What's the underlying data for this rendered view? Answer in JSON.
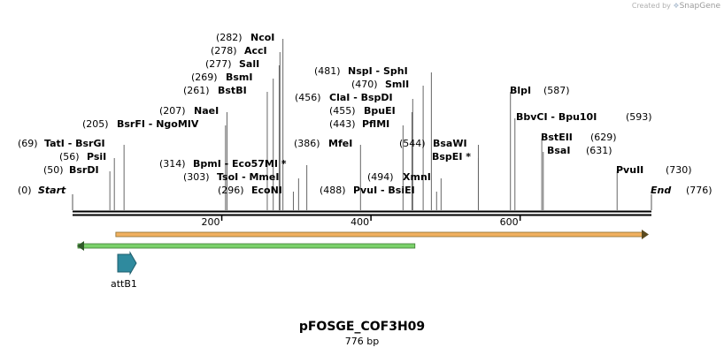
{
  "credit": {
    "prefix": "Created by",
    "brand": "SnapGene"
  },
  "plasmid": {
    "name": "pFOSGE_COF3H09",
    "size_label": "776 bp"
  },
  "sequence": {
    "length": 776,
    "start_label": "Start",
    "end_label": "End",
    "start_pos": "(0)",
    "end_pos": "(776)"
  },
  "ruler": {
    "ticks": [
      200,
      400,
      600
    ]
  },
  "colors": {
    "backbone": "#000000",
    "orange_feature": "#f0b060",
    "green_feature": "#7ad16a",
    "attB1": "#2f8a9e"
  },
  "sites": [
    {
      "name": "NcoI",
      "pos": 282,
      "label": "(282)"
    },
    {
      "name": "AccI",
      "pos": 278,
      "label": "(278)"
    },
    {
      "name": "SalI",
      "pos": 277,
      "label": "(277)"
    },
    {
      "name": "BsmI",
      "pos": 269,
      "label": "(269)"
    },
    {
      "name": "BstBI",
      "pos": 261,
      "label": "(261)"
    },
    {
      "name": "NaeI",
      "pos": 207,
      "label": "(207)"
    },
    {
      "name": "BsrFI - NgoMIV",
      "pos": 205,
      "label": "(205)"
    },
    {
      "name": "TatI - BsrGI",
      "pos": 69,
      "label": "(69)"
    },
    {
      "name": "PsiI",
      "pos": 56,
      "label": "(56)"
    },
    {
      "name": "BsrDI",
      "pos": 50,
      "label": "(50)"
    },
    {
      "name": "BpmI - Eco57MI *",
      "pos": 314,
      "label": "(314)"
    },
    {
      "name": "TsoI - MmeI",
      "pos": 303,
      "label": "(303)"
    },
    {
      "name": "EcoNI",
      "pos": 296,
      "label": "(296)"
    },
    {
      "name": "NspI - SphI",
      "pos": 481,
      "label": "(481)"
    },
    {
      "name": "SmlI",
      "pos": 470,
      "label": "(470)"
    },
    {
      "name": "ClaI - BspDI",
      "pos": 456,
      "label": "(456)"
    },
    {
      "name": "BpuEI",
      "pos": 455,
      "label": "(455)"
    },
    {
      "name": "PflMI",
      "pos": 443,
      "label": "(443)"
    },
    {
      "name": "MfeI",
      "pos": 386,
      "label": "(386)"
    },
    {
      "name": "BsaWI",
      "pos": 544,
      "label": "(544)"
    },
    {
      "name": "BspEI *",
      "pos": 544,
      "label": ""
    },
    {
      "name": "XmnI",
      "pos": 494,
      "label": "(494)"
    },
    {
      "name": "PvuI - BsiEI",
      "pos": 488,
      "label": "(488)"
    },
    {
      "name": "BlpI",
      "pos": 587,
      "label": "(587)"
    },
    {
      "name": "BbvCI - Bpu10I",
      "pos": 593,
      "label": "(593)"
    },
    {
      "name": "BstEII",
      "pos": 629,
      "label": "(629)"
    },
    {
      "name": "BsaI",
      "pos": 631,
      "label": "(631)"
    },
    {
      "name": "PvuII",
      "pos": 730,
      "label": "(730)"
    }
  ],
  "features": [
    {
      "name": "orange-feature",
      "start": 58,
      "end": 776,
      "direction": "forward"
    },
    {
      "name": "green-feature",
      "start": 0,
      "end": 453,
      "direction": "reverse"
    },
    {
      "name": "attB1",
      "label": "attB1",
      "start": 60,
      "end": 85,
      "direction": "forward"
    }
  ]
}
